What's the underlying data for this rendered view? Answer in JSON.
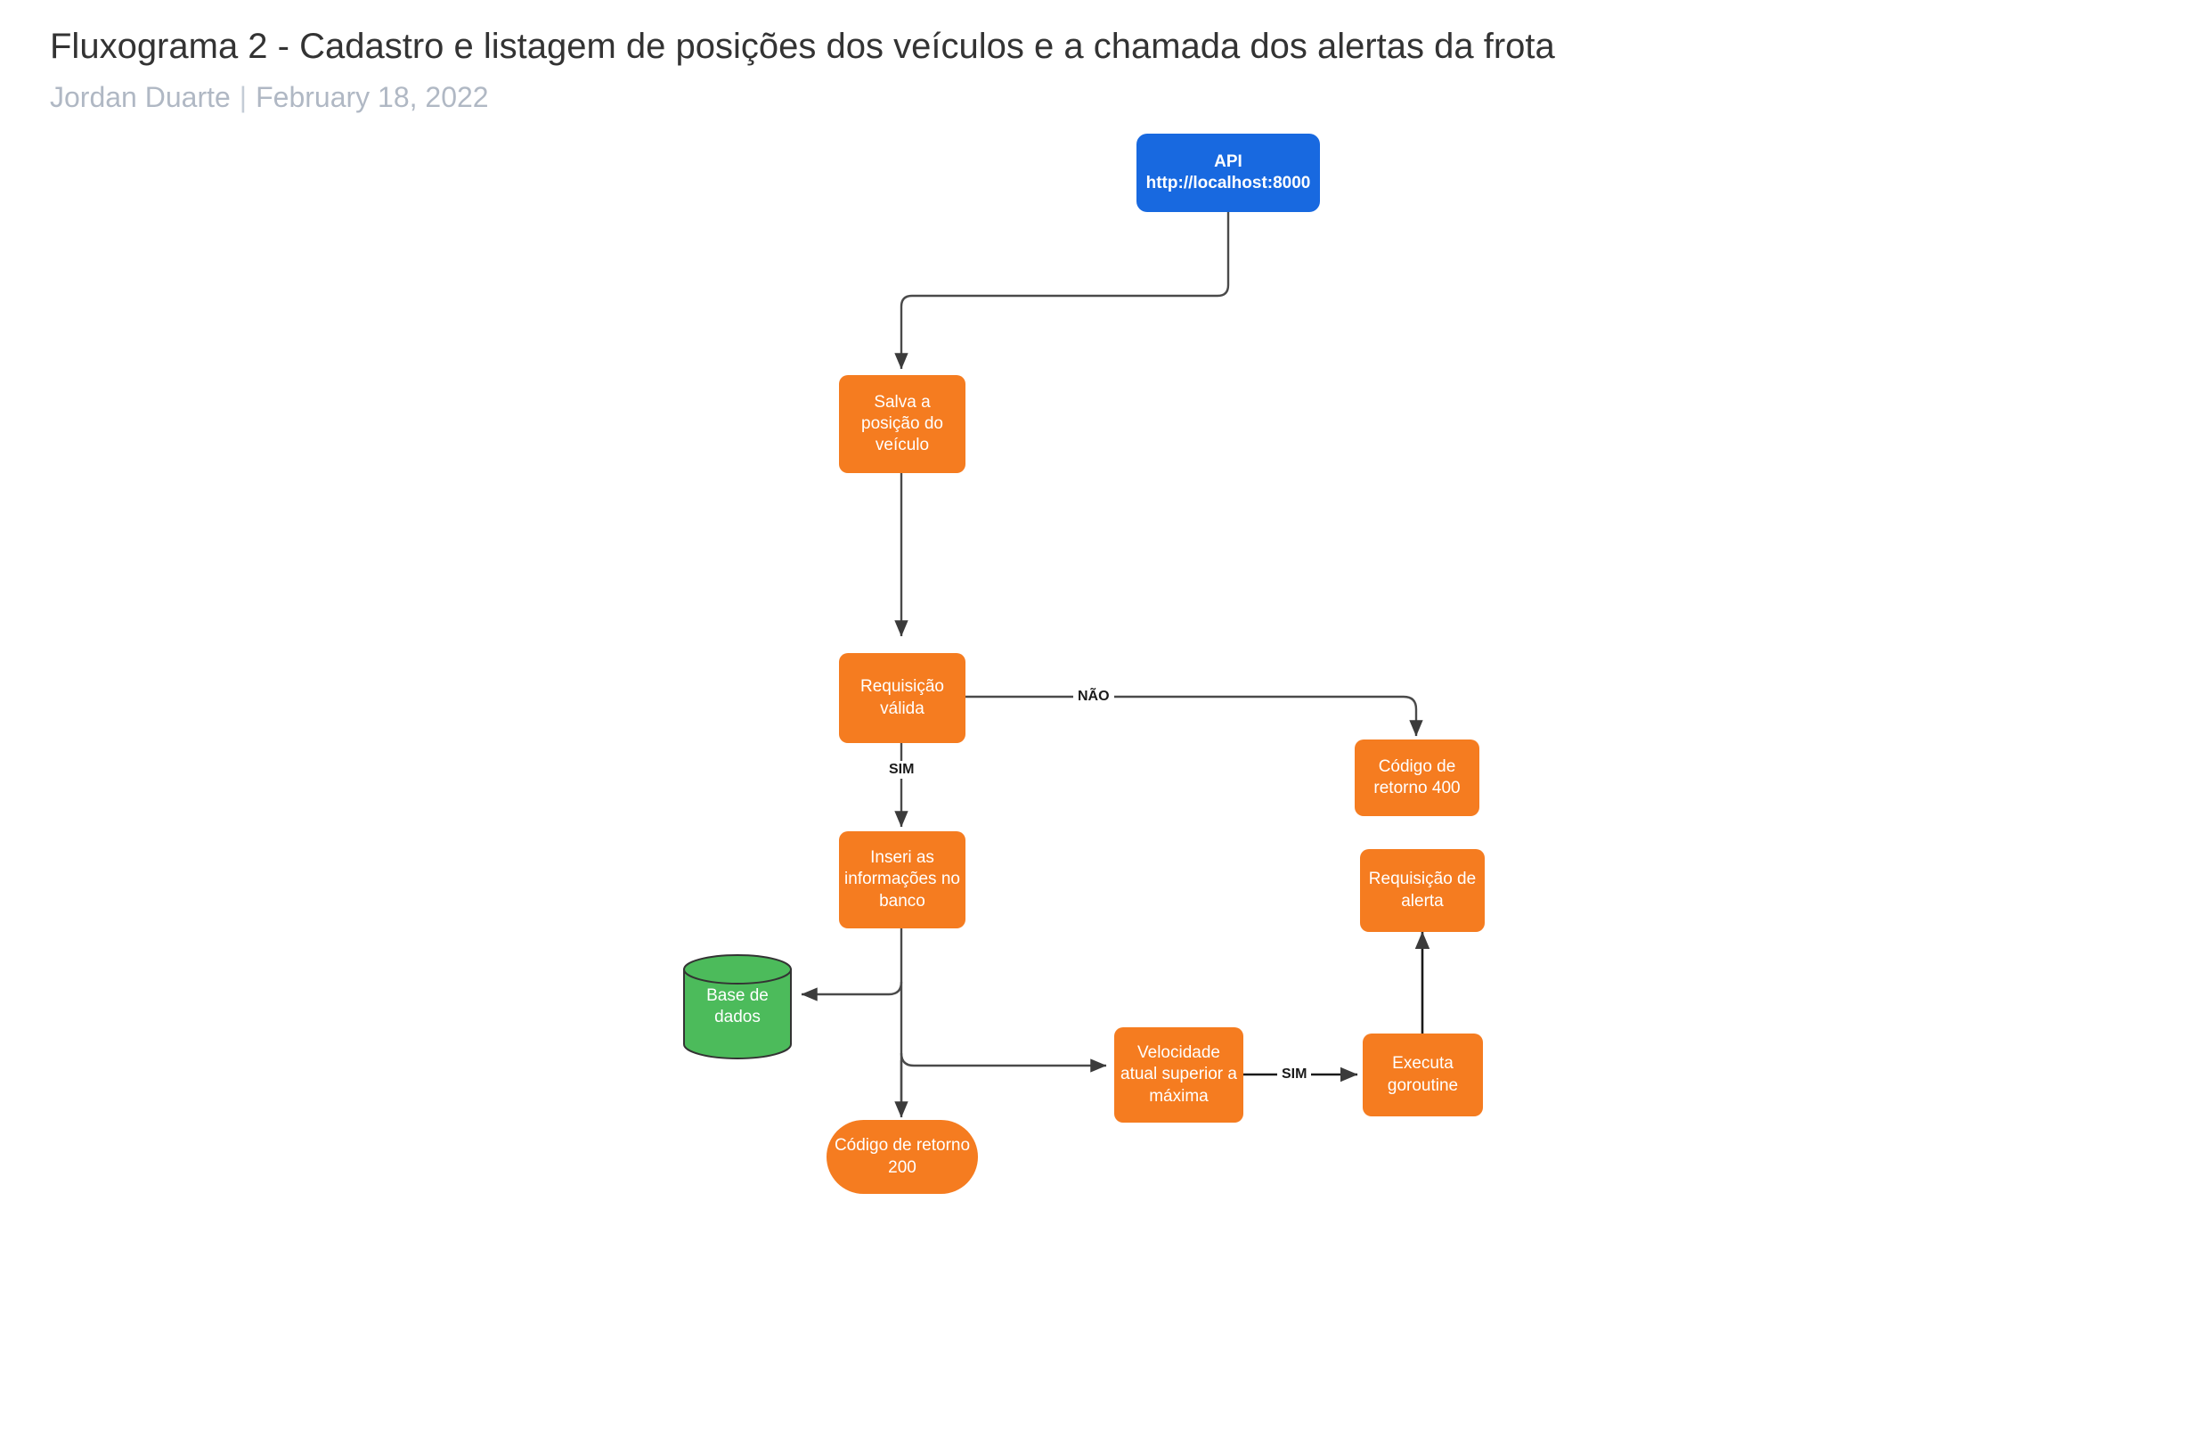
{
  "header": {
    "title": "Fluxograma 2 - Cadastro e listagem de posições dos veículos e a chamada dos alertas da frota",
    "author": "Jordan Duarte",
    "separator": "|",
    "date": "February 18, 2022"
  },
  "colors": {
    "process_orange": "#F57C20",
    "start_blue": "#1869E0",
    "database_green": "#4CBB5B",
    "edge_gray": "#4a4a4a",
    "title_text": "#333333",
    "meta_text": "#b0b8c4"
  },
  "diagram": {
    "type": "flowchart",
    "nodes": [
      {
        "id": "api",
        "shape": "rounded-rect",
        "color_role": "start_blue",
        "label": "API\nhttp://localhost:8000"
      },
      {
        "id": "salva",
        "shape": "rounded-rect",
        "color_role": "process_orange",
        "label": "Salva a\nposição do\nveículo"
      },
      {
        "id": "requisicao",
        "shape": "rounded-rect",
        "color_role": "process_orange",
        "label": "Requisição\nválida"
      },
      {
        "id": "codigo400",
        "shape": "rounded-rect",
        "color_role": "process_orange",
        "label": "Código de\nretorno 400"
      },
      {
        "id": "inseri",
        "shape": "rounded-rect",
        "color_role": "process_orange",
        "label": "Inseri as\ninformações no\nbanco"
      },
      {
        "id": "alerta",
        "shape": "rounded-rect",
        "color_role": "process_orange",
        "label": "Requisição de\nalerta"
      },
      {
        "id": "basedados",
        "shape": "cylinder",
        "color_role": "database_green",
        "label": "Base de\ndados"
      },
      {
        "id": "velocidade",
        "shape": "rounded-rect",
        "color_role": "process_orange",
        "label": "Velocidade\natual superior a\nmáxima"
      },
      {
        "id": "goroutine",
        "shape": "rounded-rect",
        "color_role": "process_orange",
        "label": "Executa\ngoroutine"
      },
      {
        "id": "codigo200",
        "shape": "terminator",
        "color_role": "process_orange",
        "label": "Código de retorno\n200"
      }
    ],
    "edges": [
      {
        "from": "api",
        "to": "salva",
        "label": ""
      },
      {
        "from": "salva",
        "to": "requisicao",
        "label": ""
      },
      {
        "from": "requisicao",
        "to": "codigo400",
        "label": "NÃO"
      },
      {
        "from": "requisicao",
        "to": "inseri",
        "label": "SIM"
      },
      {
        "from": "inseri",
        "to": "basedados",
        "label": ""
      },
      {
        "from": "inseri",
        "to": "velocidade",
        "label": ""
      },
      {
        "from": "inseri",
        "to": "codigo200",
        "label": ""
      },
      {
        "from": "velocidade",
        "to": "goroutine",
        "label": "SIM"
      },
      {
        "from": "goroutine",
        "to": "alerta",
        "label": ""
      }
    ],
    "edge_labels": {
      "nao": "NÃO",
      "sim_requisicao": "SIM",
      "sim_velocidade": "SIM"
    }
  }
}
